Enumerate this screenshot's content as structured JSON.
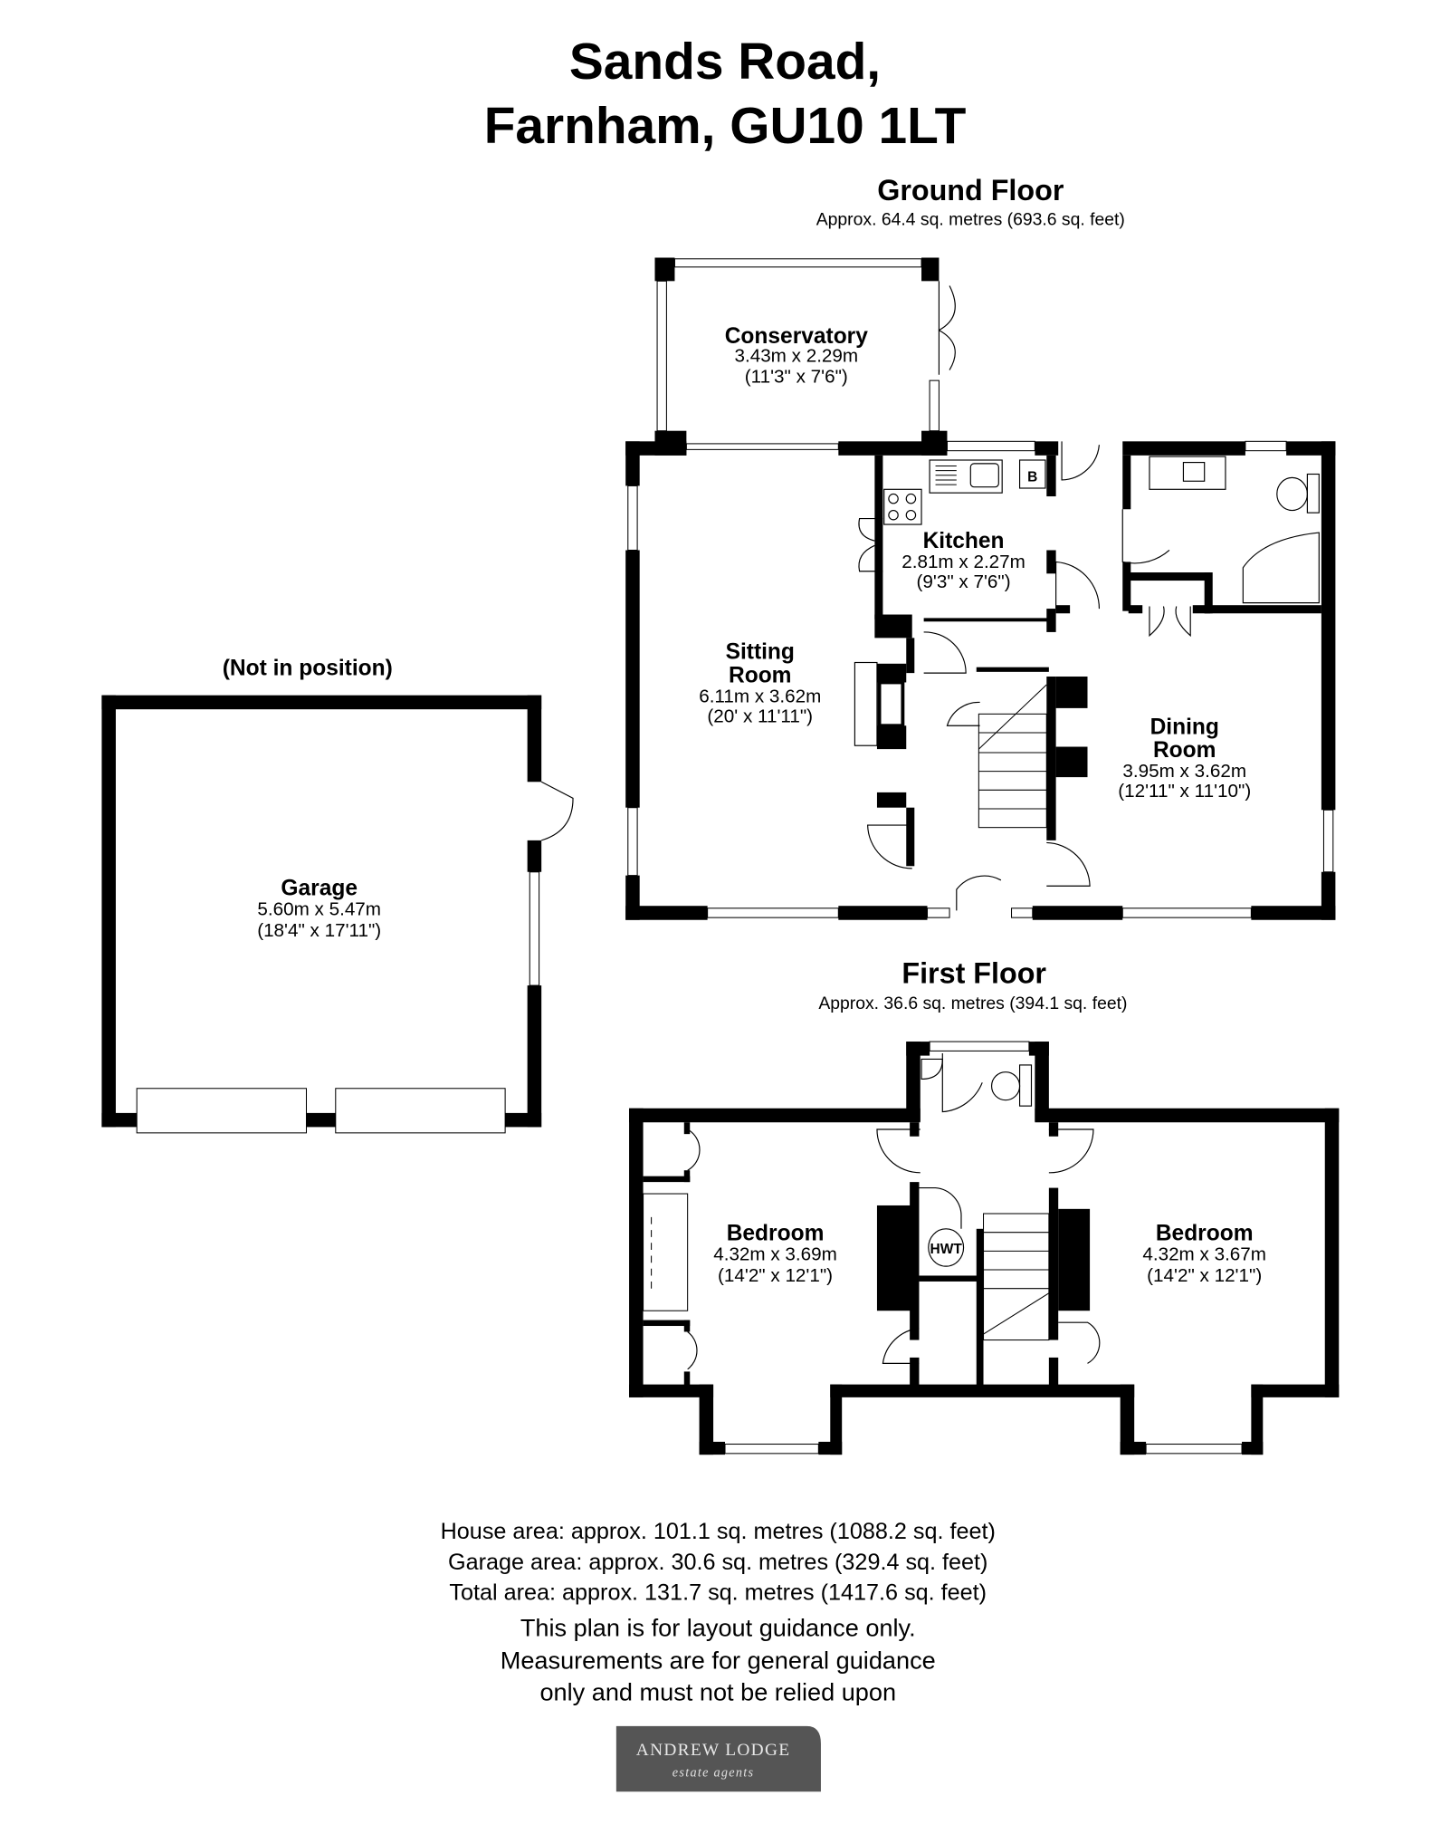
{
  "title": {
    "line1": "Sands Road,",
    "line2": "Farnham, GU10 1LT"
  },
  "ground_floor": {
    "label": "Ground Floor",
    "area": "Approx. 64.4 sq. metres (693.6 sq. feet)",
    "rooms": {
      "conservatory": {
        "name": "Conservatory",
        "metric": "3.43m x 2.29m",
        "imperial": "(11'3\" x 7'6\")"
      },
      "kitchen": {
        "name": "Kitchen",
        "metric": "2.81m x 2.27m",
        "imperial": "(9'3\" x 7'6\")"
      },
      "sitting": {
        "name1": "Sitting",
        "name2": "Room",
        "metric": "6.11m x 3.62m",
        "imperial": "(20' x 11'11\")"
      },
      "dining": {
        "name1": "Dining",
        "name2": "Room",
        "metric": "3.95m x 3.62m",
        "imperial": "(12'11\" x 11'10\")"
      }
    },
    "boiler_label": "B"
  },
  "garage": {
    "note": "(Not in position)",
    "name": "Garage",
    "metric": "5.60m x 5.47m",
    "imperial": "(18'4\" x 17'11\")"
  },
  "first_floor": {
    "label": "First Floor",
    "area": "Approx. 36.6 sq. metres (394.1 sq. feet)",
    "rooms": {
      "bedroom_left": {
        "name": "Bedroom",
        "metric": "4.32m x 3.69m",
        "imperial": "(14'2\" x 12'1\")"
      },
      "bedroom_right": {
        "name": "Bedroom",
        "metric": "4.32m x 3.67m",
        "imperial": "(14'2\" x 12'1\")"
      }
    },
    "hwt_label": "HWT"
  },
  "footer": {
    "house_area": "House area: approx. 101.1 sq. metres (1088.2 sq. feet)",
    "garage_area": "Garage area: approx. 30.6 sq. metres (329.4 sq. feet)",
    "total_area": "Total area: approx. 131.7 sq. metres (1417.6 sq. feet)",
    "disclaimer1": "This plan is for layout guidance only.",
    "disclaimer2": "Measurements are for general guidance",
    "disclaimer3": "only and must not be relied upon"
  },
  "logo": {
    "line1": "ANDREW LODGE",
    "line2": "estate agents",
    "color": "#555555"
  }
}
